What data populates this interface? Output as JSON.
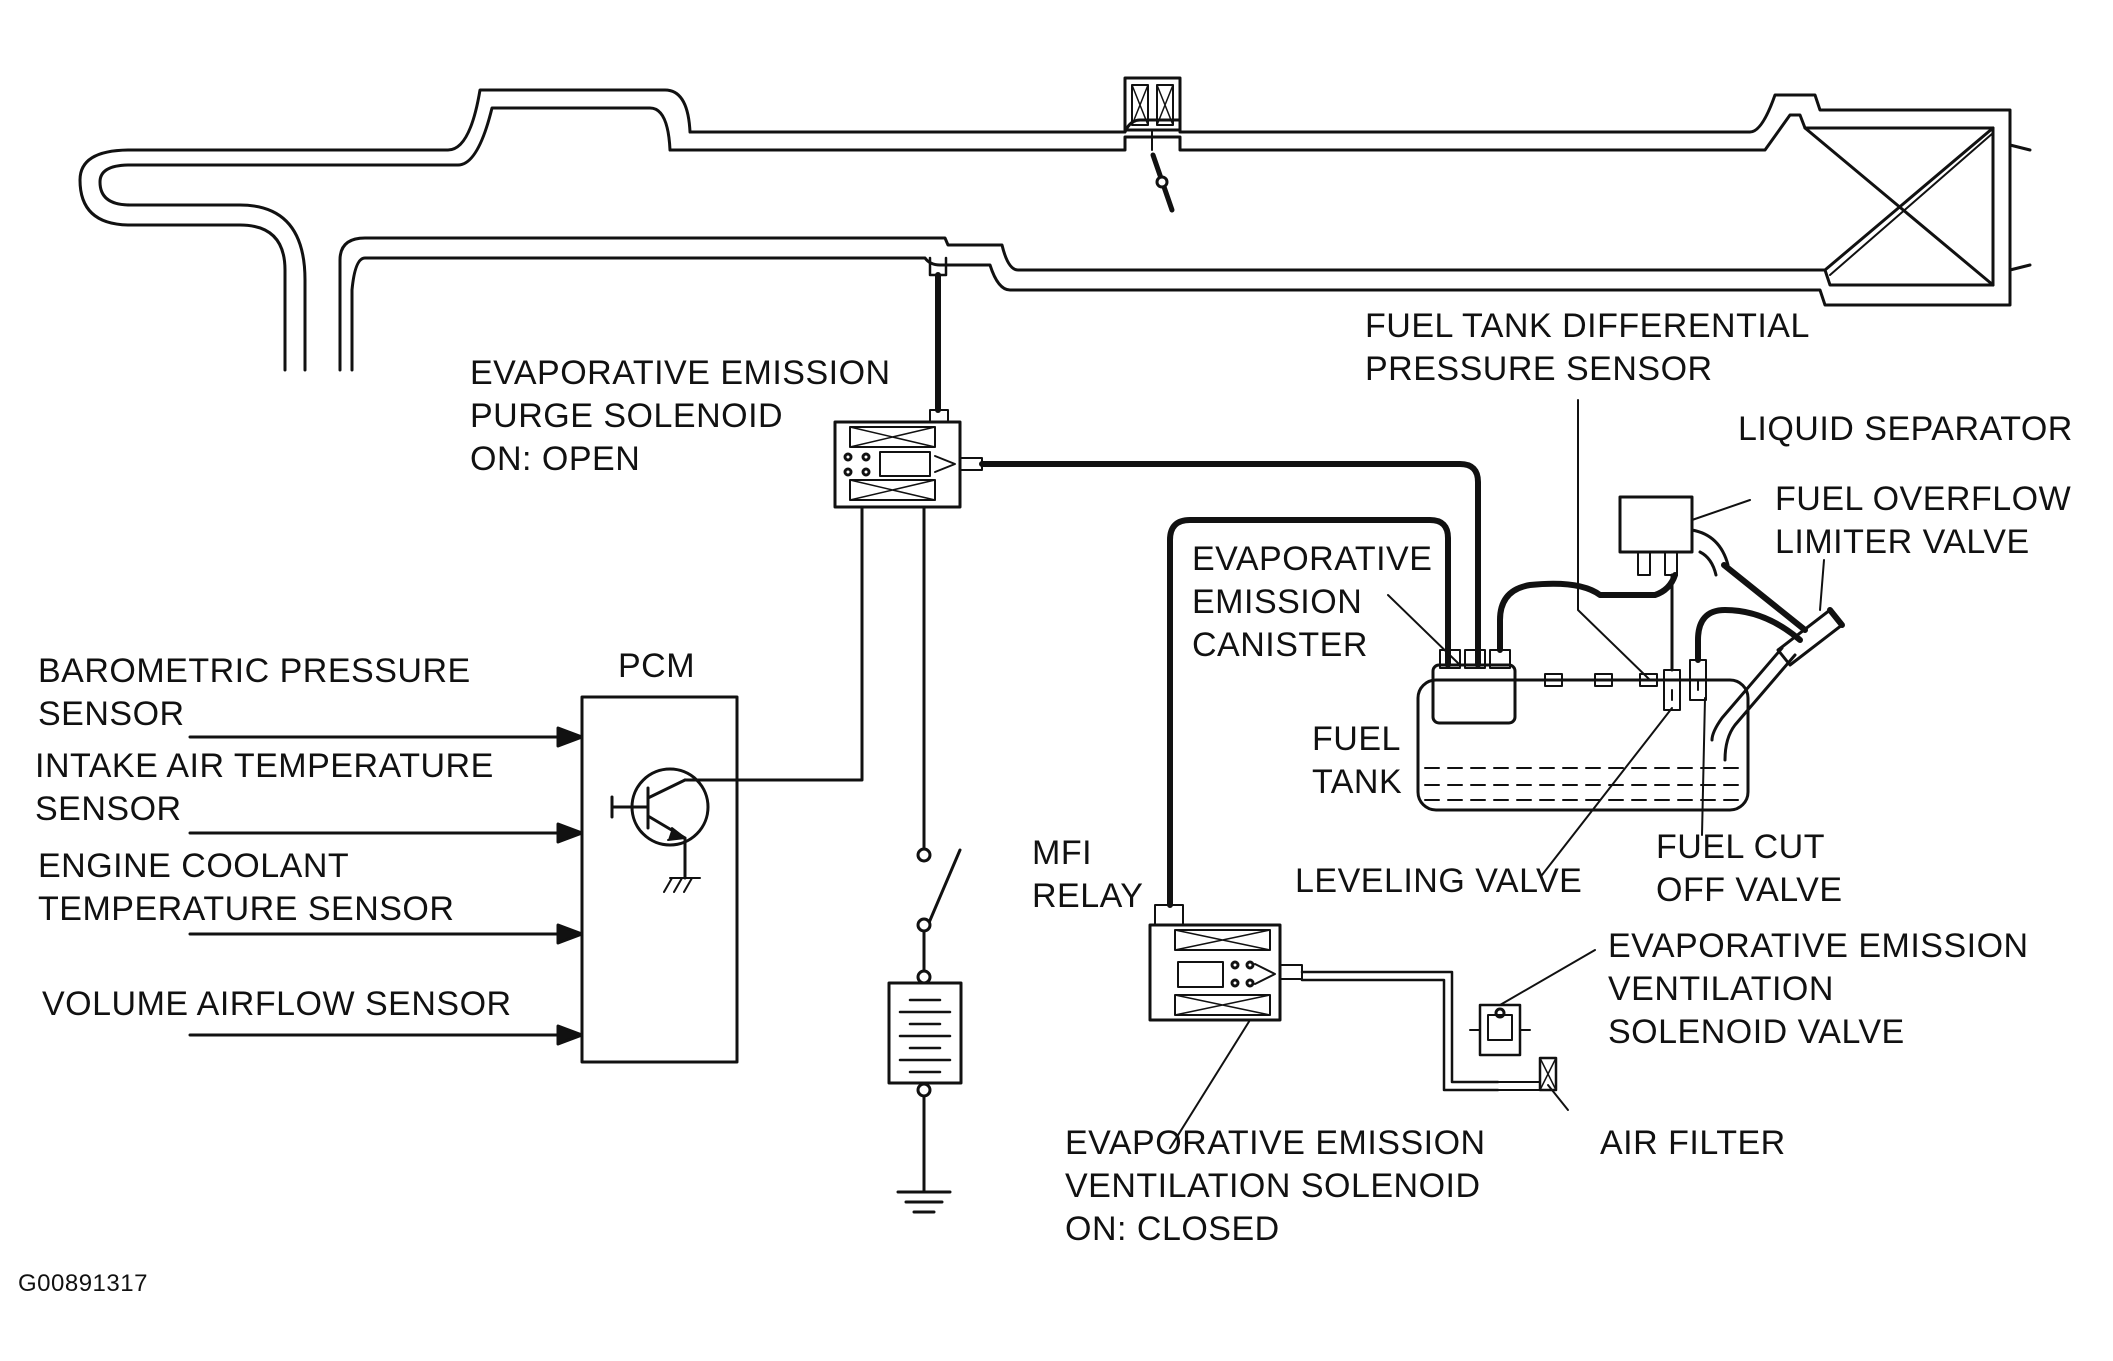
{
  "colors": {
    "ink": "#111111",
    "background": "#ffffff"
  },
  "labels": {
    "purge_solenoid": [
      "EVAPORATIVE EMISSION",
      "PURGE SOLENOID",
      "ON: OPEN"
    ],
    "pressure_sensor": [
      "FUEL TANK DIFFERENTIAL",
      "PRESSURE SENSOR"
    ],
    "liquid_separator": "LIQUID SEPARATOR",
    "overflow_valve": [
      "FUEL OVERFLOW",
      "LIMITER VALVE"
    ],
    "canister": [
      "EVAPORATIVE",
      "EMISSION",
      "CANISTER"
    ],
    "pcm": "PCM",
    "barometric": [
      "BAROMETRIC PRESSURE",
      "SENSOR"
    ],
    "intake_air": [
      "INTAKE AIR TEMPERATURE",
      "SENSOR"
    ],
    "coolant": [
      "ENGINE COOLANT",
      "TEMPERATURE SENSOR"
    ],
    "airflow": "VOLUME AIRFLOW SENSOR",
    "fuel_tank": [
      "FUEL",
      "TANK"
    ],
    "leveling_valve": "LEVELING VALVE",
    "fuel_cut": [
      "FUEL CUT",
      "OFF VALVE"
    ],
    "mfi_relay": [
      "MFI",
      "RELAY"
    ],
    "ventilation_valve": [
      "EVAPORATIVE EMISSION",
      "VENTILATION",
      "SOLENOID VALVE"
    ],
    "air_filter": "AIR FILTER",
    "ventilation_solenoid": [
      "EVAPORATIVE EMISSION",
      "VENTILATION SOLENOID",
      "ON: CLOSED"
    ],
    "figure_code": "G00891317"
  }
}
